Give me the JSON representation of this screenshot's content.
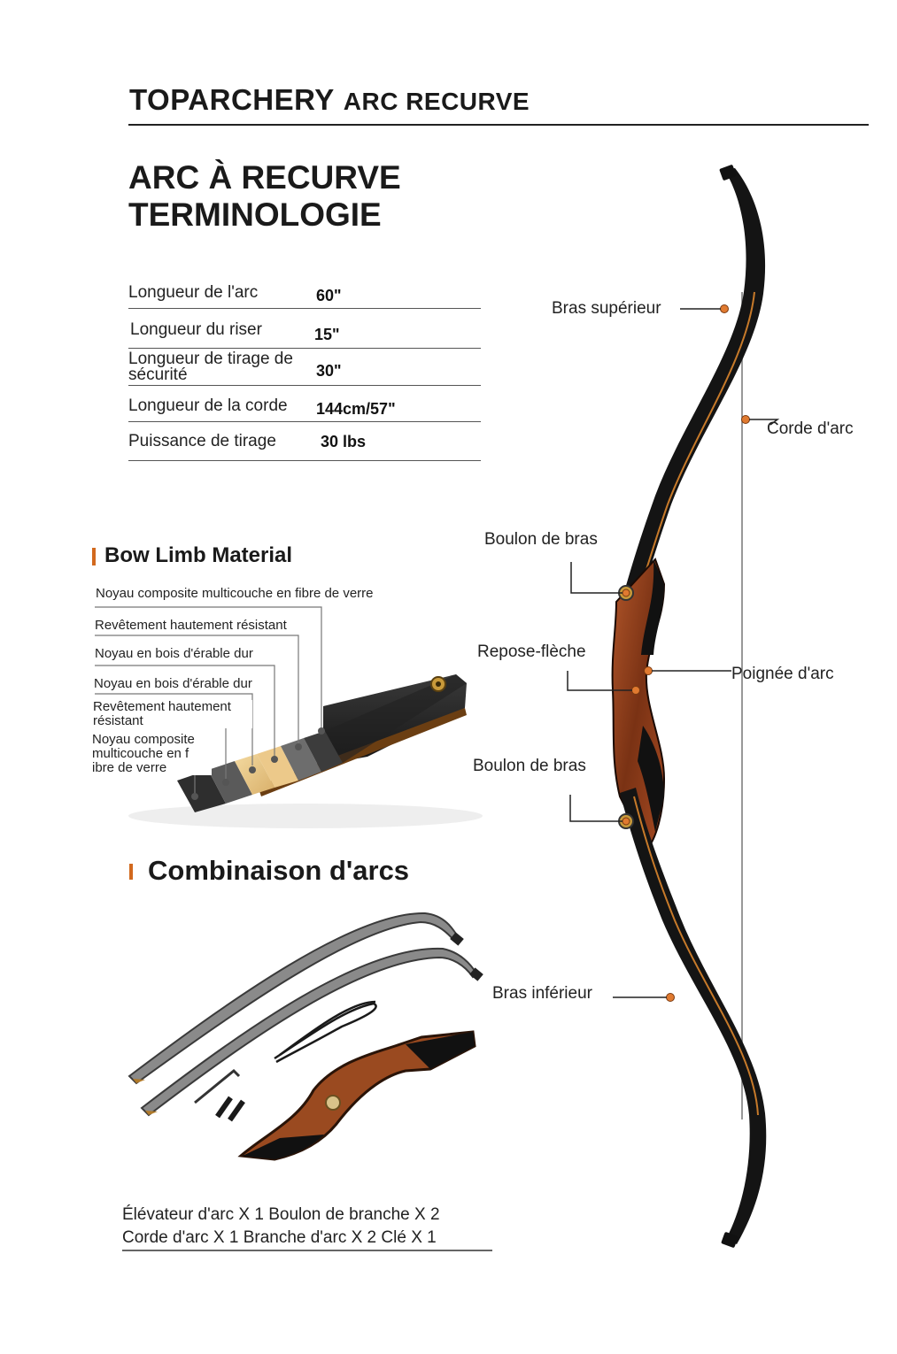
{
  "header": {
    "brand": "TOPARCHERY",
    "subtitle": "ARC RECURVE"
  },
  "title": {
    "line1": "ARC À RECURVE",
    "line2": "TERMINOLOGIE"
  },
  "specs": [
    {
      "label": "Longueur de l'arc",
      "value": "60\""
    },
    {
      "label": "Longueur du riser",
      "value": "15\""
    },
    {
      "label": "Longueur de tirage de sécurité",
      "value": "30\""
    },
    {
      "label": "Longueur de la corde",
      "value": "144cm/57\""
    },
    {
      "label": "Puissance de tirage",
      "value": "30 lbs"
    }
  ],
  "limb_material": {
    "title": "Bow Limb Material",
    "layers": [
      "Noyau composite multicouche en fibre de verre",
      "Revêtement hautement résistant",
      "Noyau en bois d'érable dur",
      "Noyau en bois d'érable dur",
      "Revêtement hautement résistant",
      "Noyau composite multicouche en f ibre de verre"
    ]
  },
  "combination": {
    "title": "Combinaison d'arcs",
    "line1": "Élévateur d'arc X 1  Boulon de branche X 2",
    "line2": "Corde d'arc X 1  Branche d'arc X 2  Clé X 1"
  },
  "bow_parts": {
    "upper_limb": "Bras supérieur",
    "string": "Corde d'arc",
    "limb_bolt_top": "Boulon de bras",
    "arrow_rest": "Repose-flèche",
    "grip": "Poignée d'arc",
    "limb_bolt_bottom": "Boulon de bras",
    "lower_limb": "Bras inférieur"
  },
  "colors": {
    "accent": "#d2691e",
    "limb": "#141414",
    "wood": "#8b3a1a"
  }
}
